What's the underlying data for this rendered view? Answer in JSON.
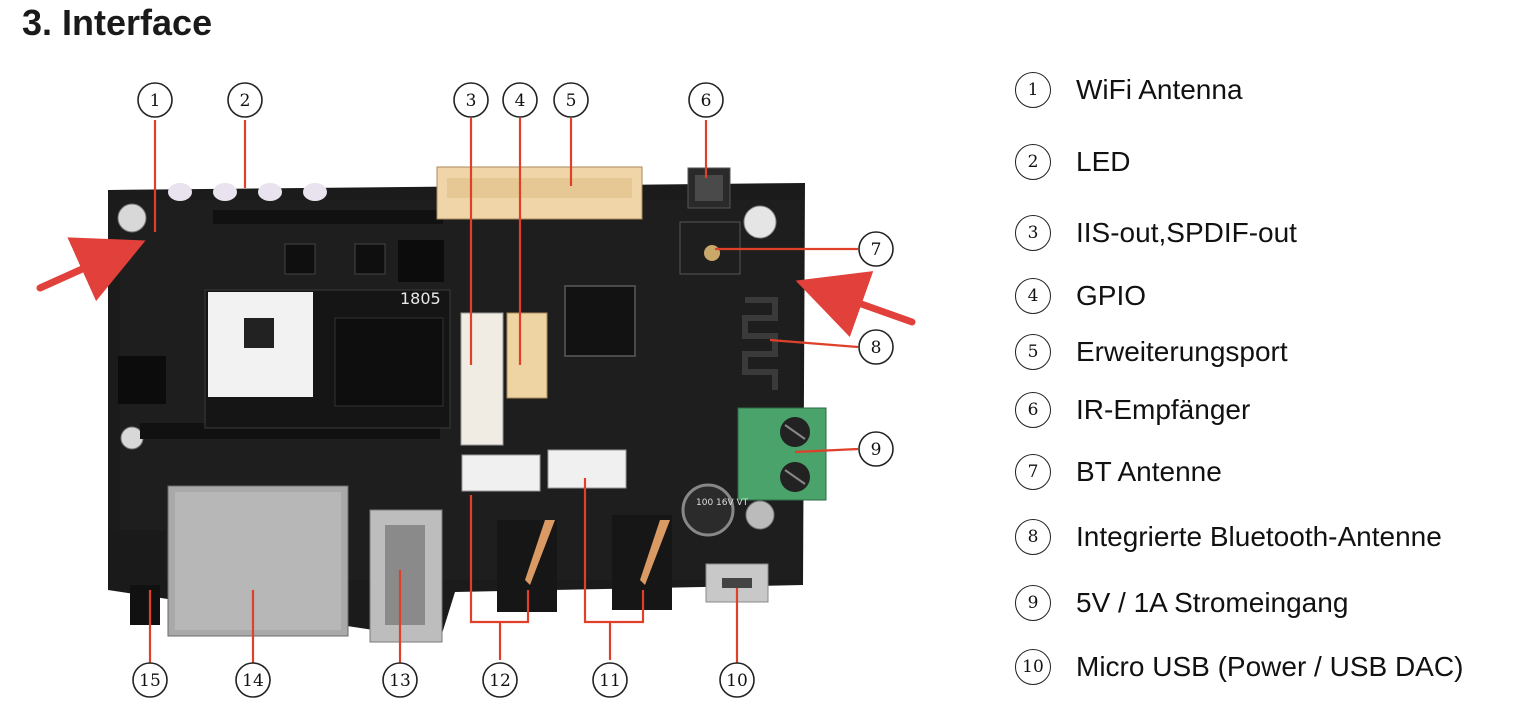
{
  "title": "3. Interface",
  "colors": {
    "leader_line": "#e0402a",
    "arrow": "#e2403a",
    "pcb": "#1a1a1a"
  },
  "callouts": [
    "1",
    "2",
    "3",
    "4",
    "5",
    "6",
    "7",
    "8",
    "9",
    "10",
    "11",
    "12",
    "13",
    "14",
    "15"
  ],
  "legend": [
    {
      "num": "1",
      "label": "WiFi Antenna"
    },
    {
      "num": "2",
      "label": "LED"
    },
    {
      "num": "3",
      "label": "IIS-out,SPDIF-out"
    },
    {
      "num": "4",
      "label": "GPIO"
    },
    {
      "num": "5",
      "label": "Erweiterungsport"
    },
    {
      "num": "6",
      "label": "IR-Empfänger"
    },
    {
      "num": "7",
      "label": "BT Antenne"
    },
    {
      "num": "8",
      "label": "Integrierte Bluetooth-Antenne"
    },
    {
      "num": "9",
      "label": "5V / 1A Stromeingang"
    },
    {
      "num": "10",
      "label": "Micro USB (Power / USB DAC)"
    }
  ],
  "board_markings": {
    "module_code": "1805",
    "capacitor_text": "100 16V VT"
  }
}
